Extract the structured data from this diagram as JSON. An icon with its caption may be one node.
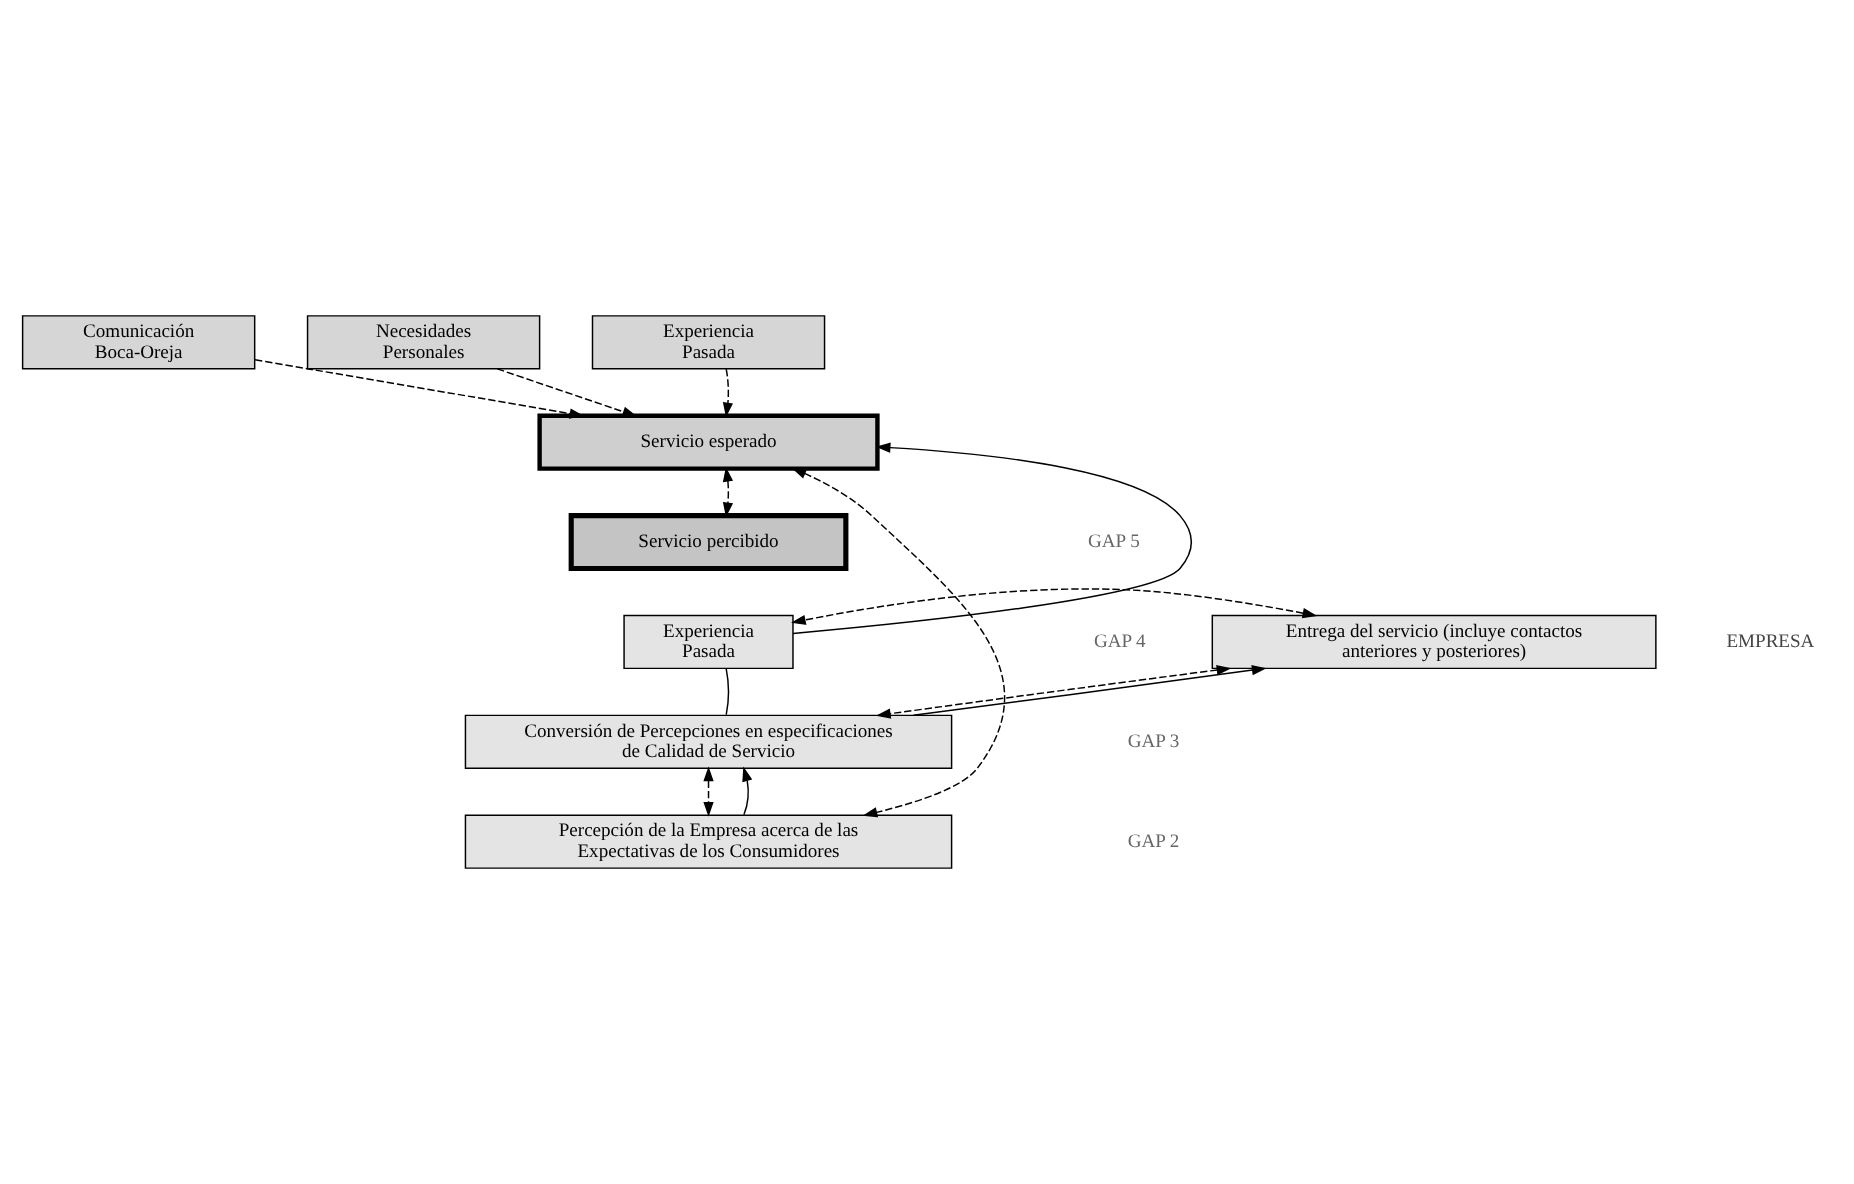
{
  "diagram": {
    "nodes": [
      {
        "text": [
          "Comunicación Boca-Oreja"
        ]
      },
      {
        "text": [
          "Necesidades Personales"
        ]
      },
      {
        "text": [
          "Experiencia Pasada"
        ]
      },
      {
        "text": [
          "Servicio esperado"
        ]
      },
      {
        "text": [
          "Servicio percibido"
        ]
      },
      {
        "text": [
          "Entrega del servicio (incluye contactos anteriores y posteriores)"
        ]
      },
      {
        "text": [
          "Experiencia Pasada"
        ]
      },
      {
        "text": [
          "Conversión de Percepciones en especificaciones de Calidad de Servicio"
        ]
      },
      {
        "text": [
          "Percepción de la Empresa acerca de las Expectativas de los Consumidores"
        ]
      }
    ],
    "edges": [
      {
        "from": 0,
        "to": 3,
        "arrow": "to",
        "style": "dashed"
      },
      {
        "from": 1,
        "to": 3,
        "arrow": "to",
        "style": "dashed"
      },
      {
        "from": 2,
        "to": 3,
        "arrow": "to",
        "style": "dashed"
      },
      {
        "from": 3,
        "to": 4,
        "arrow": "both",
        "style": "dashed"
      },
      {
        "from": 3,
        "to": 8,
        "arrow": "both",
        "style": "dashed"
      },
      {
        "from": 6,
        "to": 3,
        "arrow": "to"
      },
      {
        "from": 5,
        "to": 6,
        "arrow": "both",
        "style": "dashed"
      },
      {
        "from": 5,
        "to": 7,
        "arrow": "both",
        "style": "dashed"
      },
      {
        "from": 7,
        "to": 5,
        "arrow": "to"
      },
      {
        "from": 7,
        "to": 6,
        "arrow": "none"
      },
      {
        "from": 7,
        "to": 8,
        "arrow": "both",
        "style": "dashed"
      },
      {
        "from": 8,
        "to": 7,
        "arrow": "to"
      }
    ],
    "labels": [
      "GAP 5",
      "EMPRESA",
      "GAP 4",
      "GAP 3",
      "GAP 2"
    ]
  }
}
